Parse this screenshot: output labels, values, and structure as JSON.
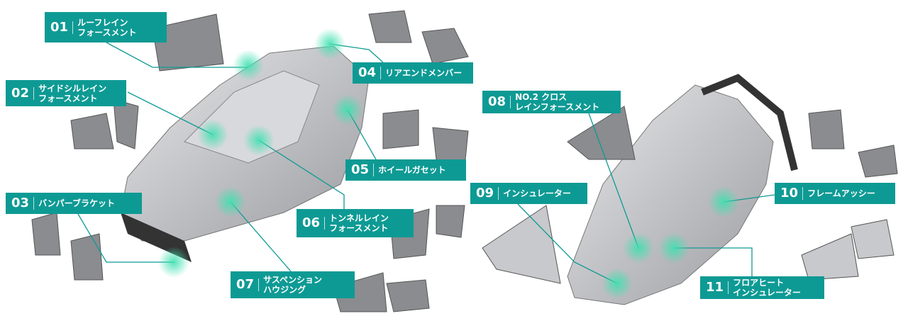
{
  "colors": {
    "label": "#0e9a94",
    "glow": "#3fe0b0"
  },
  "labels": [
    {
      "num": "01",
      "line1": "ルーフレイン",
      "line2": "フォースメント"
    },
    {
      "num": "02",
      "line1": "サイドシルレイン",
      "line2": "フォースメント"
    },
    {
      "num": "03",
      "line1": "バンパーブラケット",
      "line2": ""
    },
    {
      "num": "04",
      "line1": "リアエンドメンバー",
      "line2": ""
    },
    {
      "num": "05",
      "line1": "ホイールガセット",
      "line2": ""
    },
    {
      "num": "06",
      "line1": "トンネルレイン",
      "line2": "フォースメント"
    },
    {
      "num": "07",
      "line1": "サスペンション",
      "line2": "ハウジング"
    },
    {
      "num": "08",
      "line1": "NO.2 クロス",
      "line2": "レインフォースメント"
    },
    {
      "num": "09",
      "line1": "インシュレーター",
      "line2": ""
    },
    {
      "num": "10",
      "line1": "フレームアッシー",
      "line2": ""
    },
    {
      "num": "11",
      "line1": "フロアヒート",
      "line2": "インシュレーター"
    }
  ]
}
